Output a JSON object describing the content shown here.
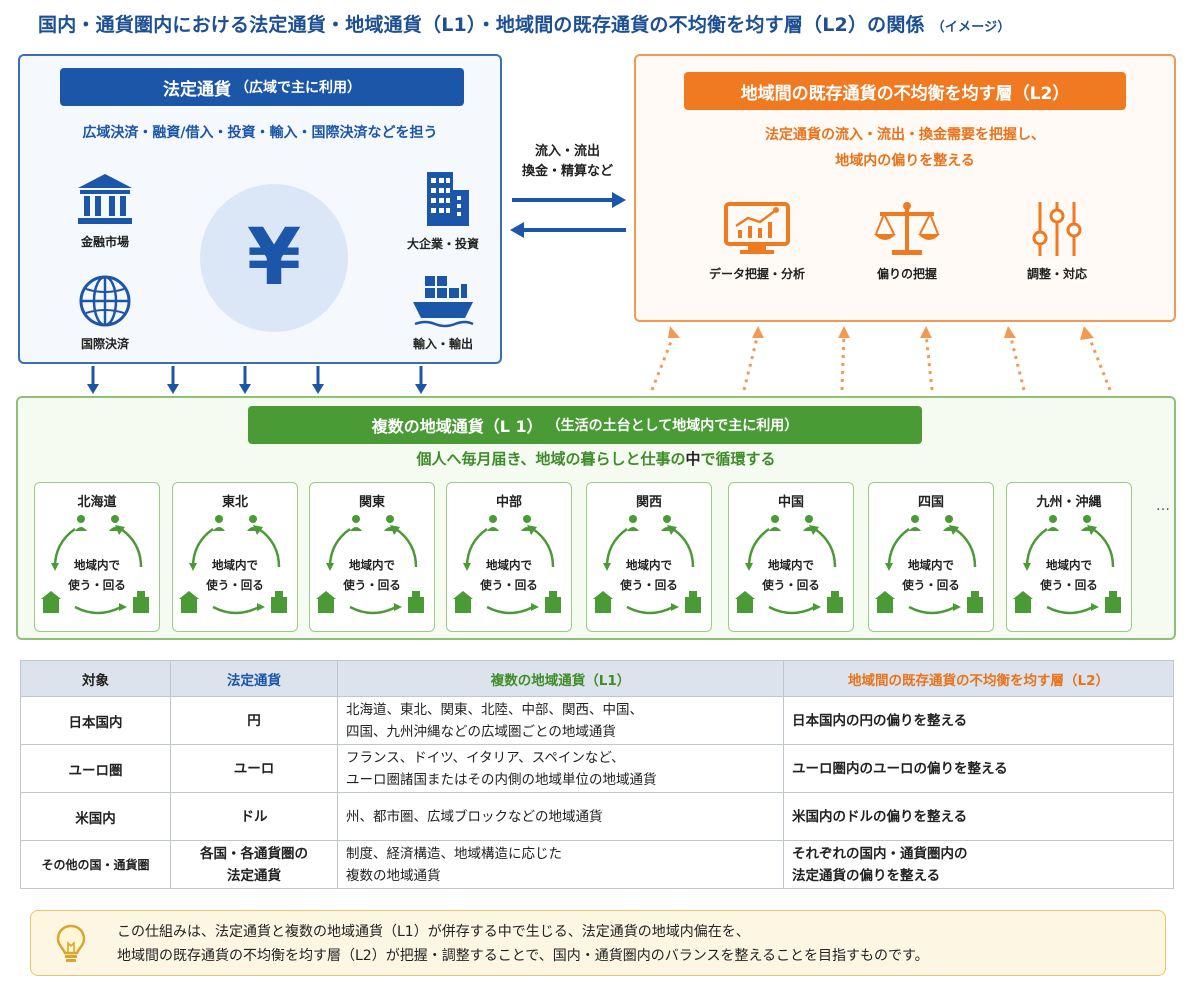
{
  "title": {
    "main": "国内・通貨圏内における法定通貨・地域通貨（L1）・地域間の既存通貨の不均衡を均す層（L2）の関係",
    "sub": "（イメージ）"
  },
  "legal": {
    "header": "法定通貨",
    "header_sub": "（広域で主に利用）",
    "desc": "広域決済・融資/借入・投資・輸入・国際決済などを担う",
    "symbol": "¥",
    "items": [
      {
        "label": "金融市場"
      },
      {
        "label": "国際決済"
      },
      {
        "label": "大企業・投資"
      },
      {
        "label": "輸入・輸出"
      }
    ]
  },
  "flow": {
    "line1": "流入・流出",
    "line2": "換金・精算など"
  },
  "l2": {
    "header": "地域間の既存通貨の不均衡を均す層（L2）",
    "desc_line1": "法定通貨の流入・流出・換金需要を把握し、",
    "desc_line2": "地域内の偏りを整える",
    "items": [
      {
        "label": "データ把握・分析"
      },
      {
        "label": "偏りの把握"
      },
      {
        "label": "調整・対応"
      }
    ]
  },
  "l1": {
    "header": "複数の地域通貨（L 1）",
    "header_sub": "（生活の土台として地域内で主に利用）",
    "desc_pre": "個人へ毎月届き、地域の暮らしと仕事の",
    "desc_mid": "中",
    "desc_post": "で循環する",
    "cycle_line1": "地域内で",
    "cycle_line2": "使う・回る",
    "regions": [
      {
        "name": "北海道"
      },
      {
        "name": "東北"
      },
      {
        "name": "関東"
      },
      {
        "name": "中部"
      },
      {
        "name": "関西"
      },
      {
        "name": "中国"
      },
      {
        "name": "四国"
      },
      {
        "name": "九州・沖縄"
      }
    ],
    "ellipsis": "…"
  },
  "table": {
    "headers": [
      "対象",
      "法定通貨",
      "複数の地域通貨（L1）",
      "地域間の既存通貨の不均衡を均す層（L2）"
    ],
    "rows": [
      {
        "target": "日本国内",
        "legal": "円",
        "l1_line1": "北海道、東北、関東、北陸、中部、関西、中国、",
        "l1_line2": "四国、九州沖縄などの広域圏ごとの地域通貨",
        "l2_line1": "日本国内の円の偏りを整える",
        "l2_line2": "",
        "legal_line2": ""
      },
      {
        "target": "ユーロ圏",
        "legal": "ユーロ",
        "l1_line1": "フランス、ドイツ、イタリア、スペインなど、",
        "l1_line2": "ユーロ圏諸国またはその内側の地域単位の地域通貨",
        "l2_line1": "ユーロ圏内のユーロの偏りを整える",
        "l2_line2": "",
        "legal_line2": ""
      },
      {
        "target": "米国内",
        "legal": "ドル",
        "l1_line1": "州、都市圏、広域ブロックなどの地域通貨",
        "l1_line2": "",
        "l2_line1": "米国内のドルの偏りを整える",
        "l2_line2": "",
        "legal_line2": ""
      },
      {
        "target": "その他の国・通貨圏",
        "legal": "各国・各通貨圏の",
        "legal_line2": "法定通貨",
        "l1_line1": "制度、経済構造、地域構造に応じた",
        "l1_line2": "複数の地域通貨",
        "l2_line1": "それぞれの国内・通貨圏内の",
        "l2_line2": "法定通貨の偏りを整える"
      }
    ]
  },
  "note": {
    "line1": "この仕組みは、法定通貨と複数の地域通貨（L1）が併存する中で生じる、法定通貨の地域内偏在を、",
    "line2": "地域間の既存通貨の不均衡を均す層（L2）が把握・調整することで、国内・通貨圏内のバランスを整えることを目指すものです。"
  },
  "colors": {
    "legal": "#1c56a8",
    "l1": "#4a9a35",
    "l2": "#f07a22"
  }
}
